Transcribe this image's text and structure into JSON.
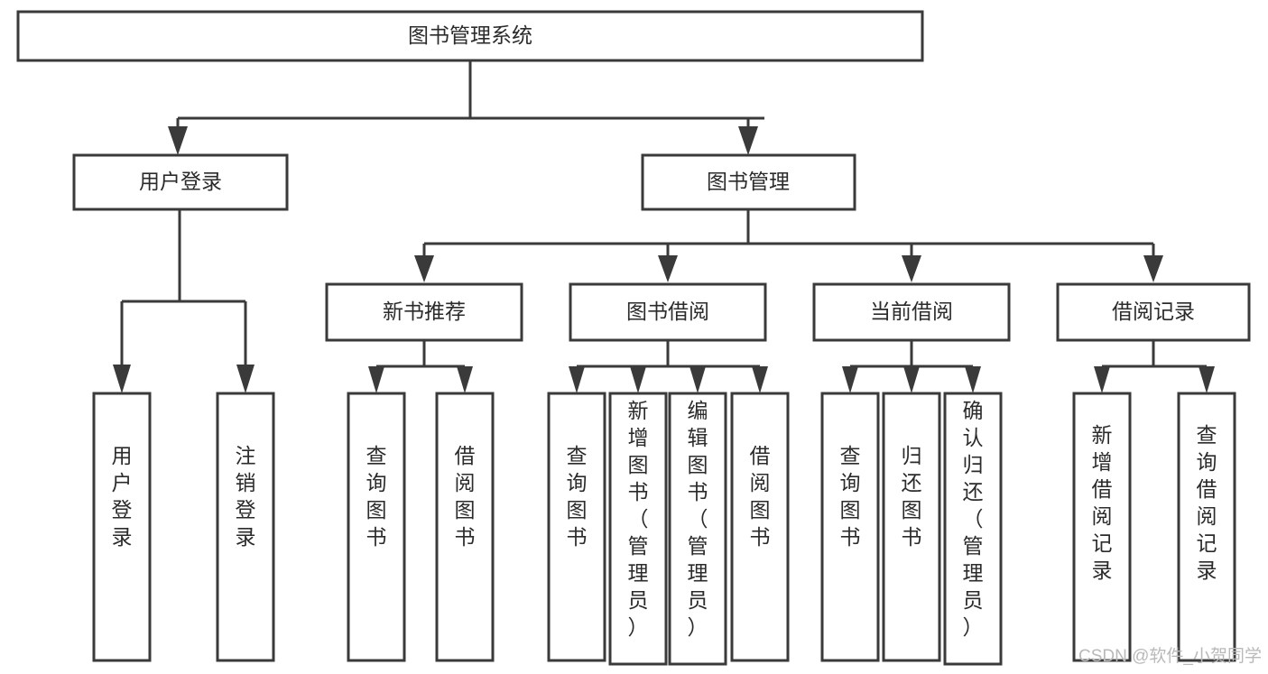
{
  "diagram": {
    "type": "tree",
    "title": "图书管理系统",
    "root": {
      "id": "root",
      "label": "图书管理系统",
      "orientation": "horizontal"
    },
    "level1": [
      {
        "id": "user-login",
        "label": "用户登录",
        "orientation": "horizontal"
      },
      {
        "id": "book-manage",
        "label": "图书管理",
        "orientation": "horizontal"
      }
    ],
    "level2": [
      {
        "id": "new-book-recommend",
        "label": "新书推荐",
        "orientation": "horizontal",
        "parent": "book-manage"
      },
      {
        "id": "book-borrow",
        "label": "图书借阅",
        "orientation": "horizontal",
        "parent": "book-manage"
      },
      {
        "id": "current-borrow",
        "label": "当前借阅",
        "orientation": "horizontal",
        "parent": "book-manage"
      },
      {
        "id": "borrow-record",
        "label": "借阅记录",
        "orientation": "horizontal",
        "parent": "book-manage"
      }
    ],
    "leaves": [
      {
        "id": "leaf-user-login",
        "label": "用户登录",
        "orientation": "vertical",
        "parent": "user-login"
      },
      {
        "id": "leaf-user-logout",
        "label": "注销登录",
        "orientation": "vertical",
        "parent": "user-login"
      },
      {
        "id": "leaf-query-book-1",
        "label": "查询图书",
        "orientation": "vertical",
        "parent": "new-book-recommend"
      },
      {
        "id": "leaf-borrow-book-1",
        "label": "借阅图书",
        "orientation": "vertical",
        "parent": "new-book-recommend"
      },
      {
        "id": "leaf-query-book-2",
        "label": "查询图书",
        "orientation": "vertical",
        "parent": "book-borrow"
      },
      {
        "id": "leaf-add-book",
        "label": "新增图书（管理员）",
        "orientation": "vertical",
        "parent": "book-borrow"
      },
      {
        "id": "leaf-edit-book",
        "label": "编辑图书（管理员）",
        "orientation": "vertical",
        "parent": "book-borrow"
      },
      {
        "id": "leaf-borrow-book-2",
        "label": "借阅图书",
        "orientation": "vertical",
        "parent": "book-borrow"
      },
      {
        "id": "leaf-query-book-3",
        "label": "查询图书",
        "orientation": "vertical",
        "parent": "current-borrow"
      },
      {
        "id": "leaf-return-book",
        "label": "归还图书",
        "orientation": "vertical",
        "parent": "current-borrow"
      },
      {
        "id": "leaf-confirm-return",
        "label": "确认归还（管理员）",
        "orientation": "vertical",
        "parent": "current-borrow"
      },
      {
        "id": "leaf-add-record",
        "label": "新增借阅记录",
        "orientation": "vertical",
        "parent": "borrow-record"
      },
      {
        "id": "leaf-query-record",
        "label": "查询借阅记录",
        "orientation": "vertical",
        "parent": "borrow-record"
      }
    ],
    "colors": {
      "box_stroke": "#3a3a3a",
      "box_fill": "#ffffff",
      "connector": "#3a3a3a",
      "text": "#2b2b2b",
      "background": "#ffffff",
      "watermark": "#b9b9b9"
    }
  },
  "watermark": {
    "label": "CSDN @软件_小贺同学"
  }
}
